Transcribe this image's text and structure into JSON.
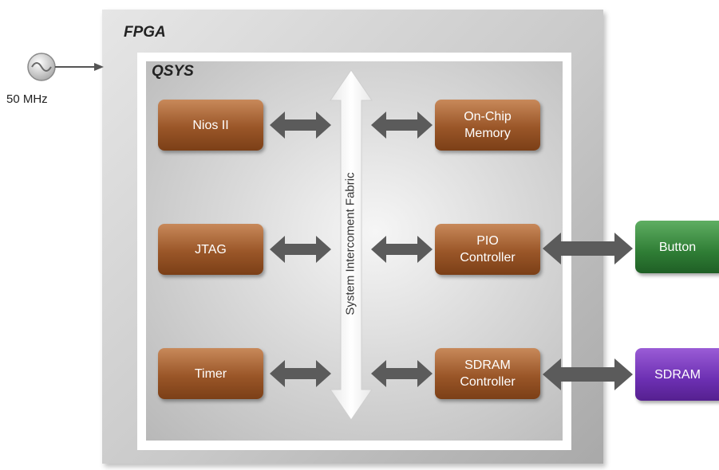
{
  "clock": {
    "label": "50 MHz",
    "icon": "sine-wave-oscillator-icon"
  },
  "fpga": {
    "label": "FPGA"
  },
  "qsys": {
    "label": "QSYS"
  },
  "bus": {
    "label": "System Intercoment Fabric"
  },
  "blocks": {
    "nios": "Nios II",
    "jtag": "JTAG",
    "timer": "Timer",
    "onchip": "On-Chip\nMemory",
    "pio": "PIO\nController",
    "sdram_controller": "SDRAM\nController",
    "button": "Button",
    "sdram": "SDRAM"
  },
  "colors": {
    "internal_block": "#9a5628",
    "button_block": "#2f7d35",
    "sdram_block": "#6c2fb2",
    "arrow": "#5b5b5b",
    "bus_arrow": "#ffffff"
  }
}
